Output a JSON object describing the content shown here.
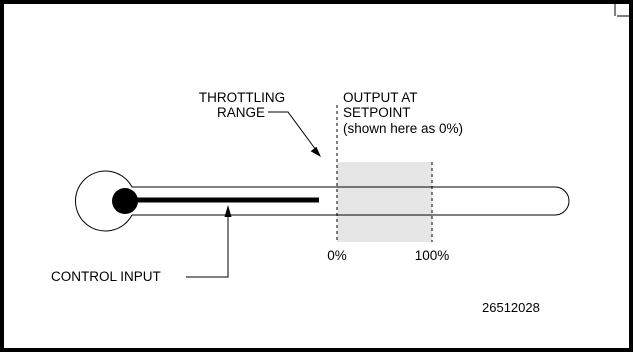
{
  "labels": {
    "throttling_range_line1": "THROTTLING",
    "throttling_range_line2": "RANGE",
    "output_at_setpoint_line1": "OUTPUT AT",
    "output_at_setpoint_line2": "SETPOINT",
    "output_at_setpoint_line3": "(shown here as 0%)",
    "control_input": "CONTROL INPUT",
    "scale_zero": "0%",
    "scale_hundred": "100%"
  },
  "figure_number": "26512028",
  "colors": {
    "frame": "#000000",
    "throttling_range_fill": "#e6e6e6",
    "line": "#000000"
  }
}
